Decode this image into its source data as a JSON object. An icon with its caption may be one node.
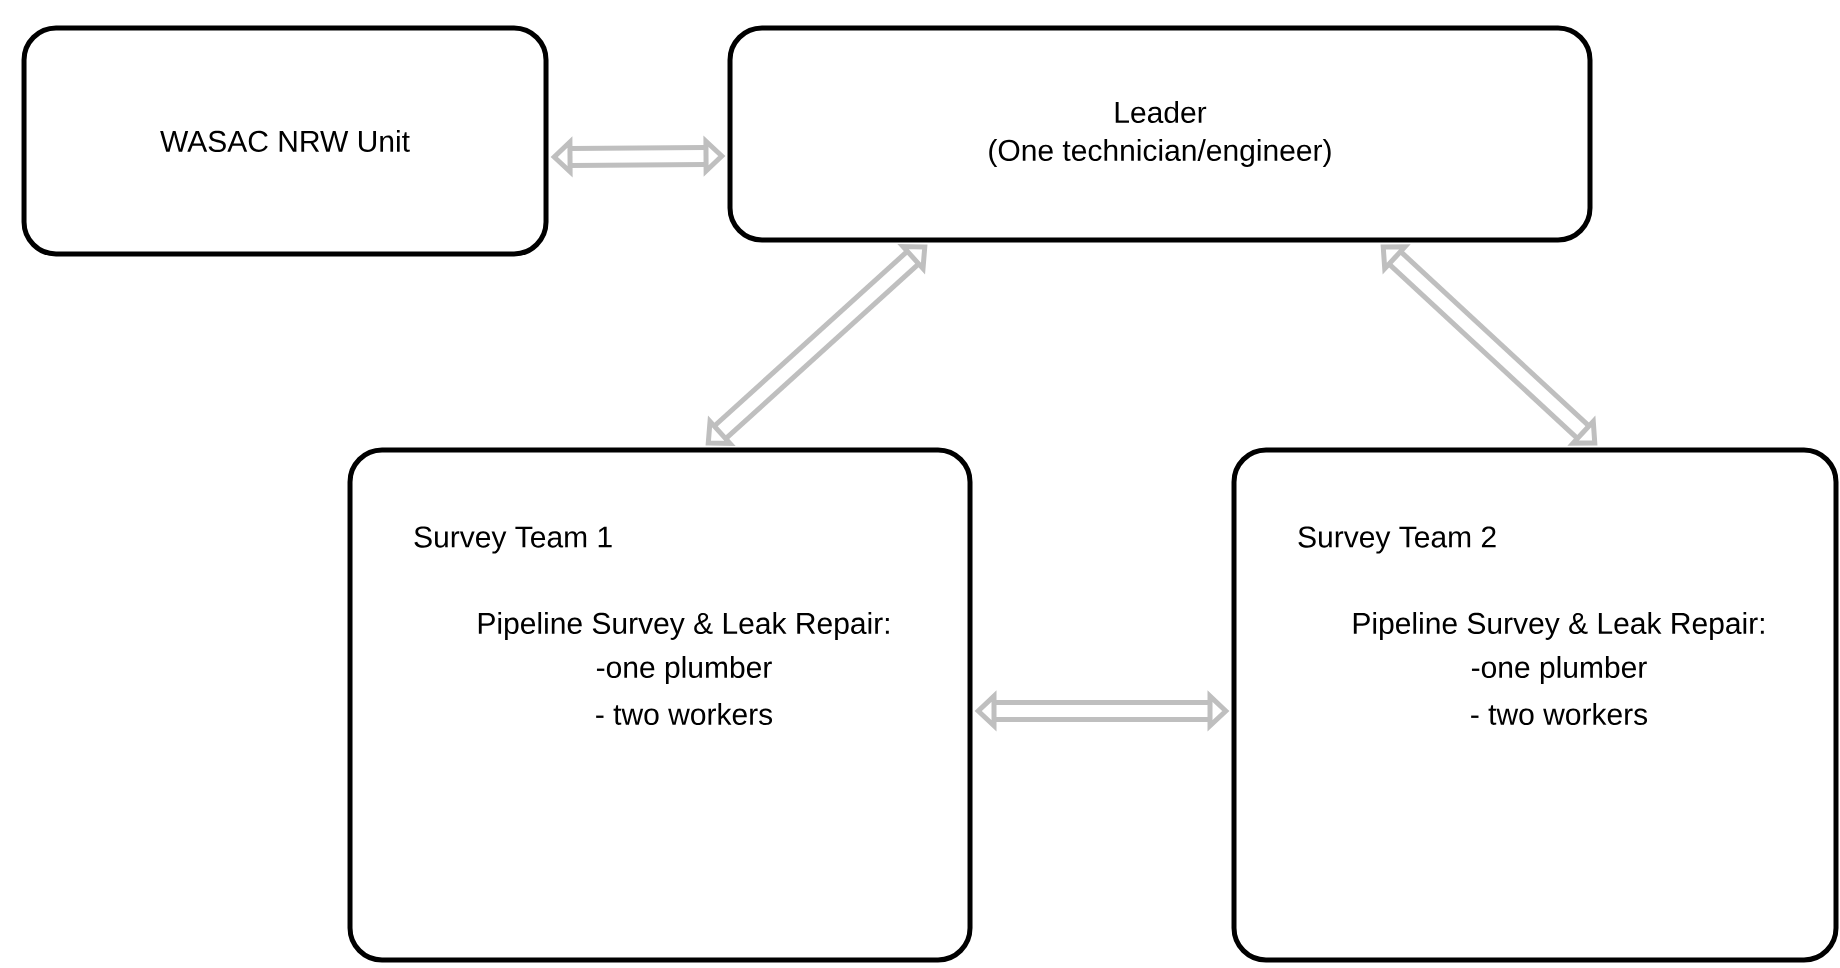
{
  "diagram": {
    "nodes": [
      {
        "text": [
          "WASAC NRW Unit"
        ]
      },
      {
        "text": [
          "Leader",
          "(One technician/engineer)"
        ]
      },
      {
        "text": [
          "Survey Team 1",
          "Pipeline Survey & Leak Repair:",
          "-one plumber",
          "- two workers"
        ]
      },
      {
        "text": [
          "Survey Team 2",
          "Pipeline Survey & Leak Repair:",
          "-one plumber",
          "- two workers"
        ]
      }
    ],
    "edges": [
      {
        "from": 0,
        "to": 1,
        "arrow": "both"
      },
      {
        "from": 1,
        "to": 2,
        "arrow": "both"
      },
      {
        "from": 1,
        "to": 3,
        "arrow": "both"
      },
      {
        "from": 2,
        "to": 3,
        "arrow": "both"
      }
    ]
  }
}
